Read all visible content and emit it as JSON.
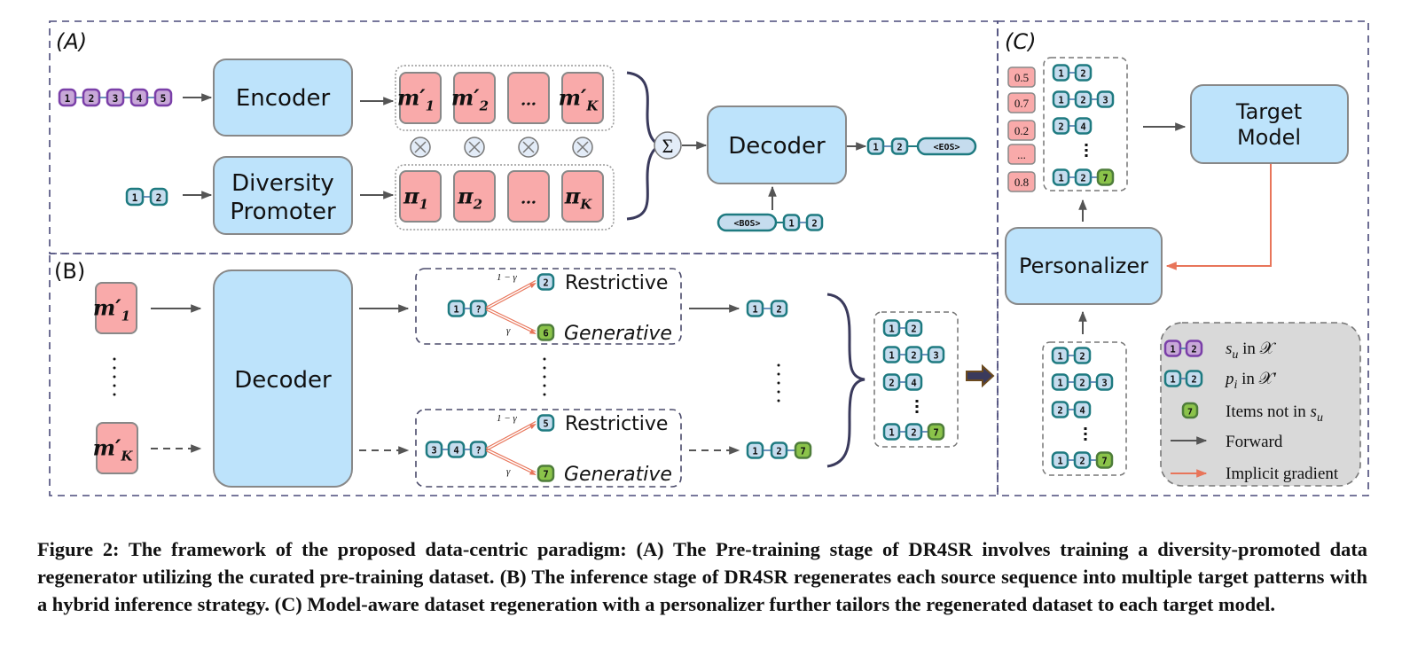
{
  "panels": {
    "a": {
      "label": "(A)"
    },
    "b": {
      "label": "(B)"
    },
    "c": {
      "label": "(C)"
    }
  },
  "panel_a": {
    "input_sequence": [
      "1",
      "2",
      "3",
      "4",
      "5"
    ],
    "promoter_input": [
      "1",
      "2"
    ],
    "encoder_label": "Encoder",
    "promoter_label_line1": "Diversity",
    "promoter_label_line2": "Promoter",
    "memory_tokens": [
      {
        "base": "m",
        "prime": "′",
        "sub": "1"
      },
      {
        "base": "m",
        "prime": "′",
        "sub": "2"
      },
      {
        "base": "…",
        "prime": "",
        "sub": ""
      },
      {
        "base": "m",
        "prime": "′",
        "sub": "K"
      }
    ],
    "weight_tokens": [
      {
        "base": "π",
        "sub": "1"
      },
      {
        "base": "π",
        "sub": "2"
      },
      {
        "base": "…",
        "sub": ""
      },
      {
        "base": "π",
        "sub": "K"
      }
    ],
    "multiply_symbol": "⊗",
    "sum_symbol": "Σ",
    "decoder_label": "Decoder",
    "output_sequence": [
      "1",
      "2"
    ],
    "eos_token": "<EOS>",
    "bos_token": "<BOS>",
    "decoder_input": [
      "1",
      "2"
    ]
  },
  "panel_b": {
    "m_first": {
      "base": "m",
      "prime": "′",
      "sub": "1"
    },
    "m_last": {
      "base": "m",
      "prime": "′",
      "sub": "K"
    },
    "decoder_label": "Decoder",
    "branch_top": {
      "prefix": [
        "1",
        "?"
      ],
      "restrictive_item": "2",
      "generative_item": "6",
      "prob_restrictive": "1 − γ",
      "prob_generative": "γ",
      "restrictive_label": "Restrictive",
      "generative_label": "Generative",
      "result": [
        "1",
        "2"
      ]
    },
    "branch_bottom": {
      "prefix": [
        "3",
        "4",
        "?"
      ],
      "restrictive_item": "5",
      "generative_item": "7",
      "prob_restrictive": "1 − γ",
      "prob_generative": "γ",
      "restrictive_label": "Restrictive",
      "generative_label": "Generative",
      "result": [
        "1",
        "2",
        "7"
      ]
    },
    "dataset": [
      [
        "1",
        "2"
      ],
      [
        "1",
        "2",
        "3"
      ],
      [
        "2",
        "4"
      ],
      [
        "1",
        "2",
        "7"
      ]
    ]
  },
  "panel_c": {
    "scores": [
      "0.5",
      "0.7",
      "0.2",
      "...",
      "0.8"
    ],
    "weighted_dataset": [
      [
        "1",
        "2"
      ],
      [
        "1",
        "2",
        "3"
      ],
      [
        "2",
        "4"
      ],
      [
        "1",
        "2",
        "7"
      ]
    ],
    "target_model_line1": "Target",
    "target_model_line2": "Model",
    "personalizer_label": "Personalizer",
    "input_dataset": [
      [
        "1",
        "2"
      ],
      [
        "1",
        "2",
        "3"
      ],
      [
        "2",
        "4"
      ],
      [
        "1",
        "2",
        "7"
      ]
    ],
    "legend": [
      {
        "type": "purple-seq",
        "items": [
          "1",
          "2"
        ],
        "label": "s_u in 𝒳"
      },
      {
        "type": "teal-seq",
        "items": [
          "1",
          "2"
        ],
        "label": "p_i in 𝒳′"
      },
      {
        "type": "green-node",
        "items": [
          "7"
        ],
        "label": "Items not in s_u"
      },
      {
        "type": "forward-arrow",
        "label": "Forward"
      },
      {
        "type": "gradient-arrow",
        "label": "Implicit gradient"
      }
    ]
  },
  "colors": {
    "model_box": "#bde3fb",
    "token_box": "#f9aaaa",
    "teal_node_fill": "#c5dcee",
    "teal_node_stroke": "#1e7a80",
    "purple_node_fill": "#c8a8d8",
    "purple_node_stroke": "#7a3fa8",
    "green_node_fill": "#8bc34a",
    "gradient_arrow": "#e8755a",
    "forward_arrow": "#555555",
    "panel_border": "#4a4a7a"
  },
  "caption": "Figure 2: The framework of the proposed data-centric paradigm: (A) The Pre-training stage of DR4SR involves training a diversity-promoted data regenerator utilizing the curated pre-training dataset. (B) The inference stage of DR4SR regenerates each source sequence into multiple target patterns with a hybrid inference strategy. (C) Model-aware dataset regeneration with a personalizer further tailors the regenerated dataset to each target model."
}
